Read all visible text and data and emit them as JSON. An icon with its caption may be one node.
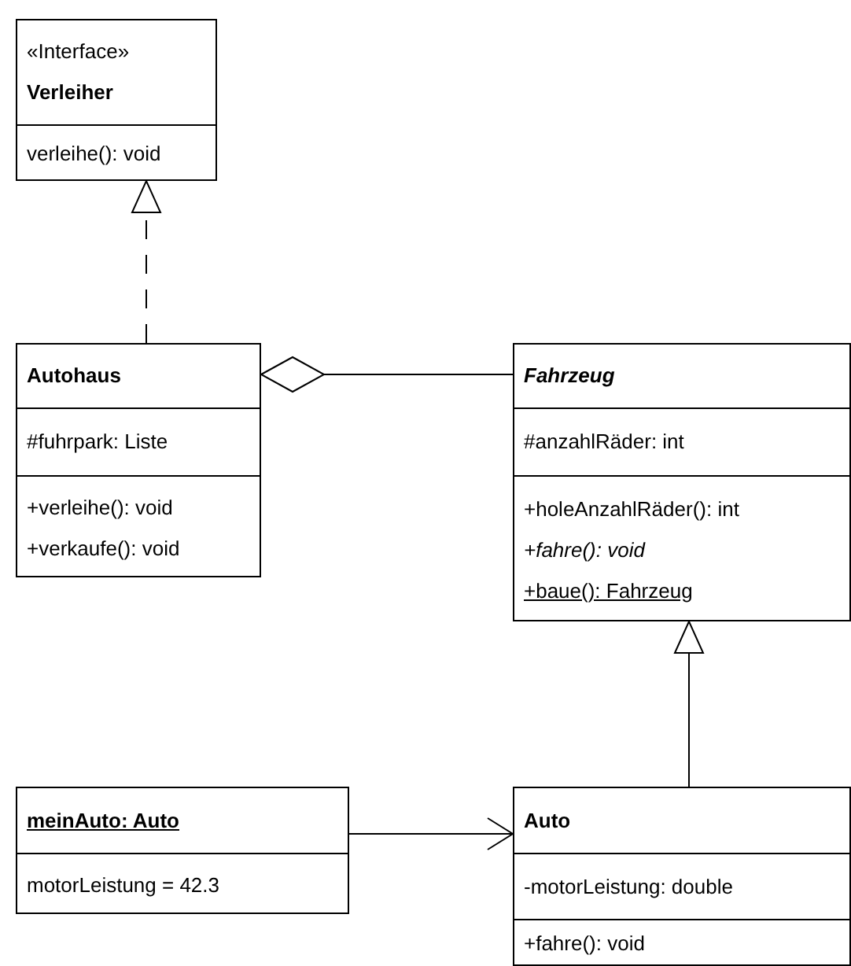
{
  "diagram": {
    "nodes": [
      {
        "text": [
          "«Interface»",
          "Verleiher",
          "verleihe(): void"
        ]
      },
      {
        "text": [
          "Autohaus",
          "#fuhrpark: Liste",
          "+verleihe(): void",
          "+verkaufe(): void"
        ]
      },
      {
        "text": [
          "Fahrzeug",
          "#anzahlRäder: int",
          "+holeAnzahlRäder(): int",
          "+fahre(): void",
          "+baue(): Fahrzeug"
        ]
      },
      {
        "text": [
          "meinAuto: Auto",
          "motorLeistung = 42.3"
        ]
      },
      {
        "text": [
          "Auto",
          "-motorLeistung: double",
          "+fahre(): void"
        ]
      }
    ],
    "edges": [
      {
        "from": 1,
        "to": 0,
        "arrow": "to",
        "style": "dashed"
      },
      {
        "from": 1,
        "to": 2,
        "arrow": "other"
      },
      {
        "from": 4,
        "to": 2,
        "arrow": "to"
      },
      {
        "from": 3,
        "to": 4,
        "arrow": "to"
      }
    ]
  }
}
